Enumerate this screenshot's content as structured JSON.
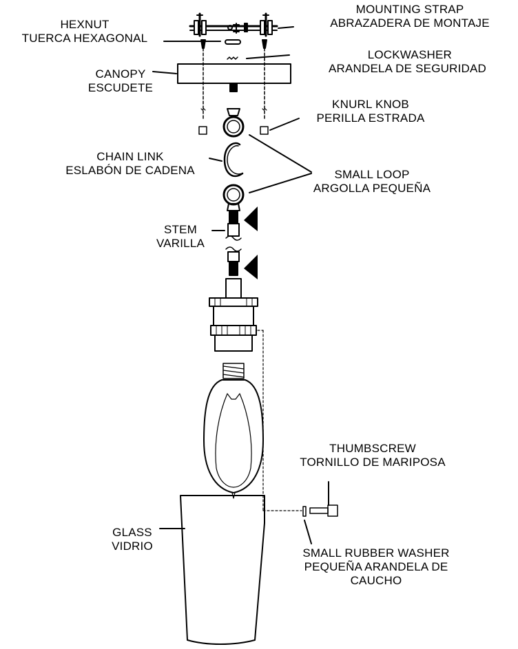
{
  "labels": {
    "mounting_strap": {
      "en": "MOUNTING STRAP",
      "es": "ABRAZADERA DE MONTAJE"
    },
    "hexnut": {
      "en": "HEXNUT",
      "es": "TUERCA HEXAGONAL"
    },
    "lockwasher": {
      "en": "LOCKWASHER",
      "es": "ARANDELA DE SEGURIDAD"
    },
    "canopy": {
      "en": "CANOPY",
      "es": "ESCUDETE"
    },
    "knurl_knob": {
      "en": "KNURL KNOB",
      "es": "PERILLA ESTRADA"
    },
    "chain_link": {
      "en": "CHAIN LINK",
      "es": "ESLABÓN DE CADENA"
    },
    "small_loop": {
      "en": "SMALL LOOP",
      "es": "ARGOLLA PEQUEÑA"
    },
    "stem": {
      "en": "STEM",
      "es": "VARILLA"
    },
    "thumbscrew": {
      "en": "THUMBSCREW",
      "es": "TORNILLO DE MARIPOSA"
    },
    "glass": {
      "en": "GLASS",
      "es": "VIDRIO"
    },
    "rubber_washer": {
      "en": "SMALL RUBBER WASHER",
      "es": "PEQUEÑA ARANDELA DE",
      "es2": "CAUCHO"
    }
  }
}
